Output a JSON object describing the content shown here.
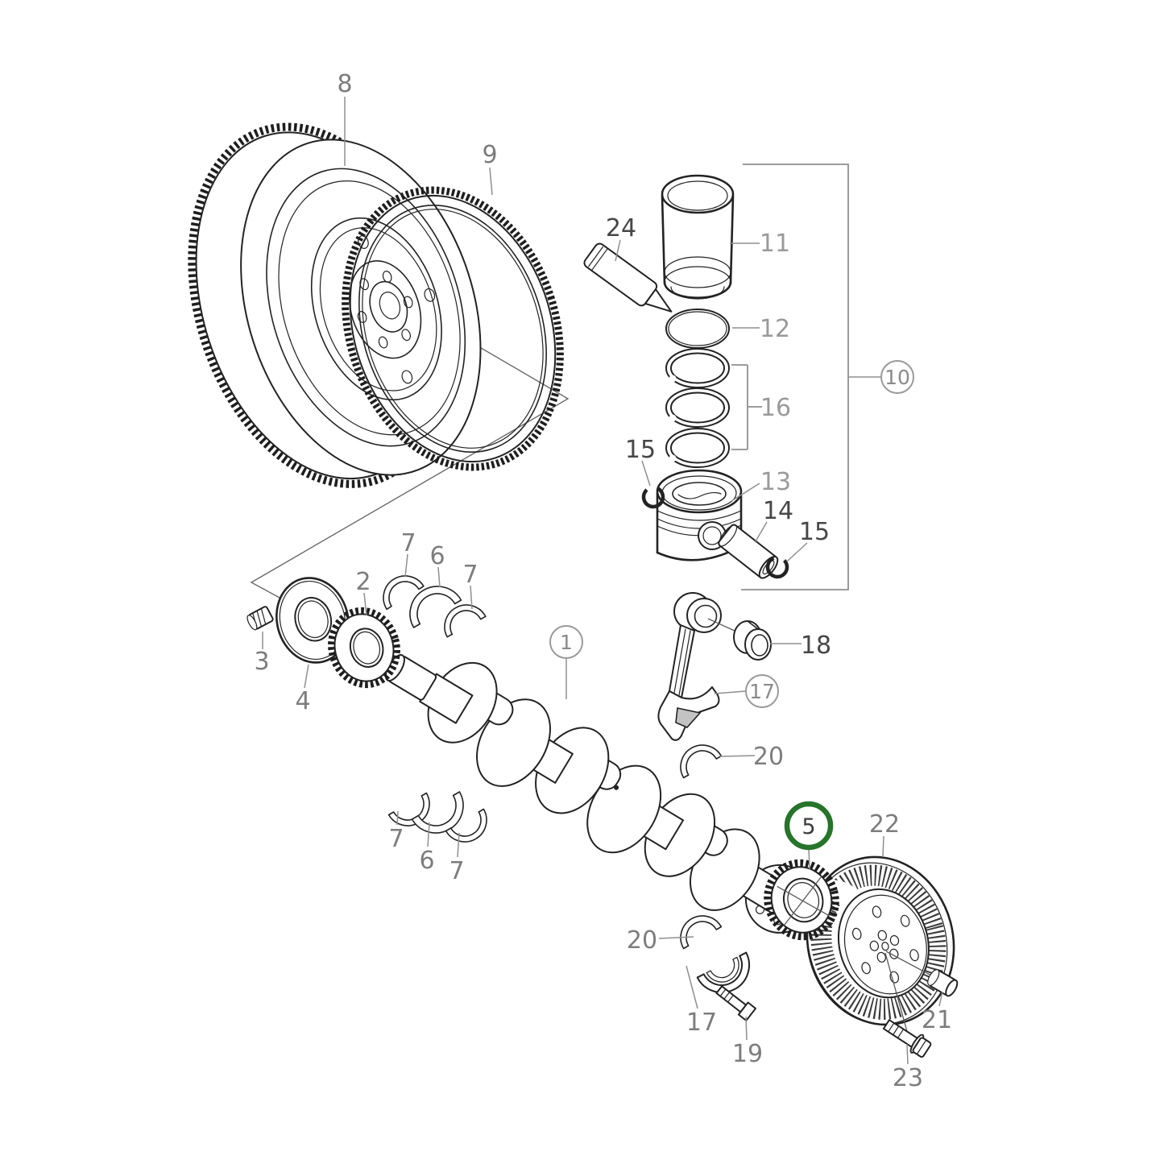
{
  "callouts": [
    {
      "text": "8"
    },
    {
      "text": "9"
    },
    {
      "text": "24"
    },
    {
      "text": "11"
    },
    {
      "text": "12"
    },
    {
      "text": "16"
    },
    {
      "text": "15"
    },
    {
      "text": "13"
    },
    {
      "text": "14"
    },
    {
      "text": "15"
    },
    {
      "text": "18"
    },
    {
      "text": "20"
    },
    {
      "text": "7"
    },
    {
      "text": "6"
    },
    {
      "text": "7"
    },
    {
      "text": "2"
    },
    {
      "text": "3"
    },
    {
      "text": "4"
    },
    {
      "text": "7"
    },
    {
      "text": "6"
    },
    {
      "text": "7"
    },
    {
      "text": "20"
    },
    {
      "text": "17"
    },
    {
      "text": "19"
    },
    {
      "text": "22"
    },
    {
      "text": "21"
    },
    {
      "text": "23"
    }
  ],
  "circled_callouts": [
    {
      "text": "1",
      "highlighted": false
    },
    {
      "text": "10",
      "highlighted": false
    },
    {
      "text": "17",
      "highlighted": false
    },
    {
      "text": "5",
      "highlighted": true
    }
  ],
  "colors": {
    "background": "#ffffff",
    "line": "#232323",
    "label": "#7d7d7d",
    "highlight_ring": "#27742b"
  }
}
